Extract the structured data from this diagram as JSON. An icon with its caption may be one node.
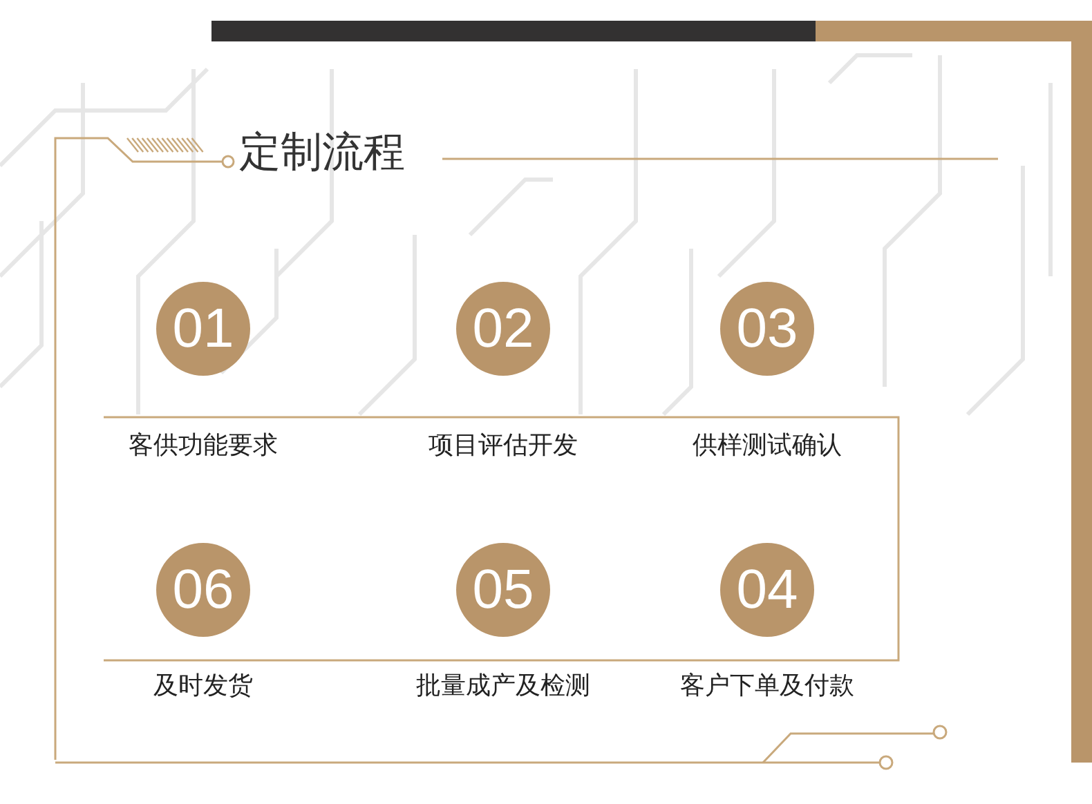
{
  "diagram": {
    "title": "定制流程",
    "nodes": [
      {
        "text": [
          "01"
        ],
        "beside": [
          "客供功能要求"
        ]
      },
      {
        "text": [
          "02"
        ],
        "beside": [
          "项目评估开发"
        ]
      },
      {
        "text": [
          "03"
        ],
        "beside": [
          "供样测试确认"
        ]
      },
      {
        "text": [
          "06"
        ],
        "beside": [
          "及时发货"
        ]
      },
      {
        "text": [
          "05"
        ],
        "beside": [
          "批量成产及检测"
        ]
      },
      {
        "text": [
          "04"
        ],
        "beside": [
          "客户下单及付款"
        ]
      }
    ]
  }
}
